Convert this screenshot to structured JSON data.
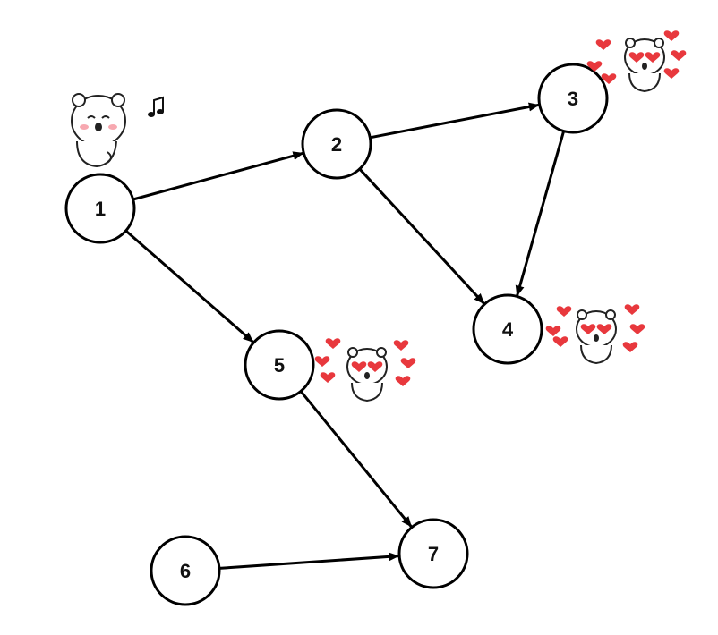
{
  "graph": {
    "nodes": [
      {
        "id": "1",
        "label": "1"
      },
      {
        "id": "2",
        "label": "2"
      },
      {
        "id": "3",
        "label": "3"
      },
      {
        "id": "4",
        "label": "4"
      },
      {
        "id": "5",
        "label": "5"
      },
      {
        "id": "6",
        "label": "6"
      },
      {
        "id": "7",
        "label": "7"
      }
    ],
    "edges": [
      {
        "from": "1",
        "to": "2"
      },
      {
        "from": "1",
        "to": "5"
      },
      {
        "from": "2",
        "to": "3"
      },
      {
        "from": "2",
        "to": "4"
      },
      {
        "from": "3",
        "to": "4"
      },
      {
        "from": "5",
        "to": "7"
      },
      {
        "from": "6",
        "to": "7"
      }
    ]
  },
  "stickers": [
    {
      "name": "bear-music-sticker",
      "near": "1",
      "icon": "bear-singing-icon"
    },
    {
      "name": "bear-hearts-sticker-3",
      "near": "3",
      "icon": "bear-heart-eyes-icon"
    },
    {
      "name": "bear-hearts-sticker-4",
      "near": "4",
      "icon": "bear-heart-eyes-icon"
    },
    {
      "name": "bear-hearts-sticker-5",
      "near": "5",
      "icon": "bear-heart-eyes-icon"
    }
  ],
  "colors": {
    "stroke": "#000000",
    "node_fill": "#ffffff",
    "heart": "#e8383d",
    "cheek": "#f7a8b0"
  }
}
